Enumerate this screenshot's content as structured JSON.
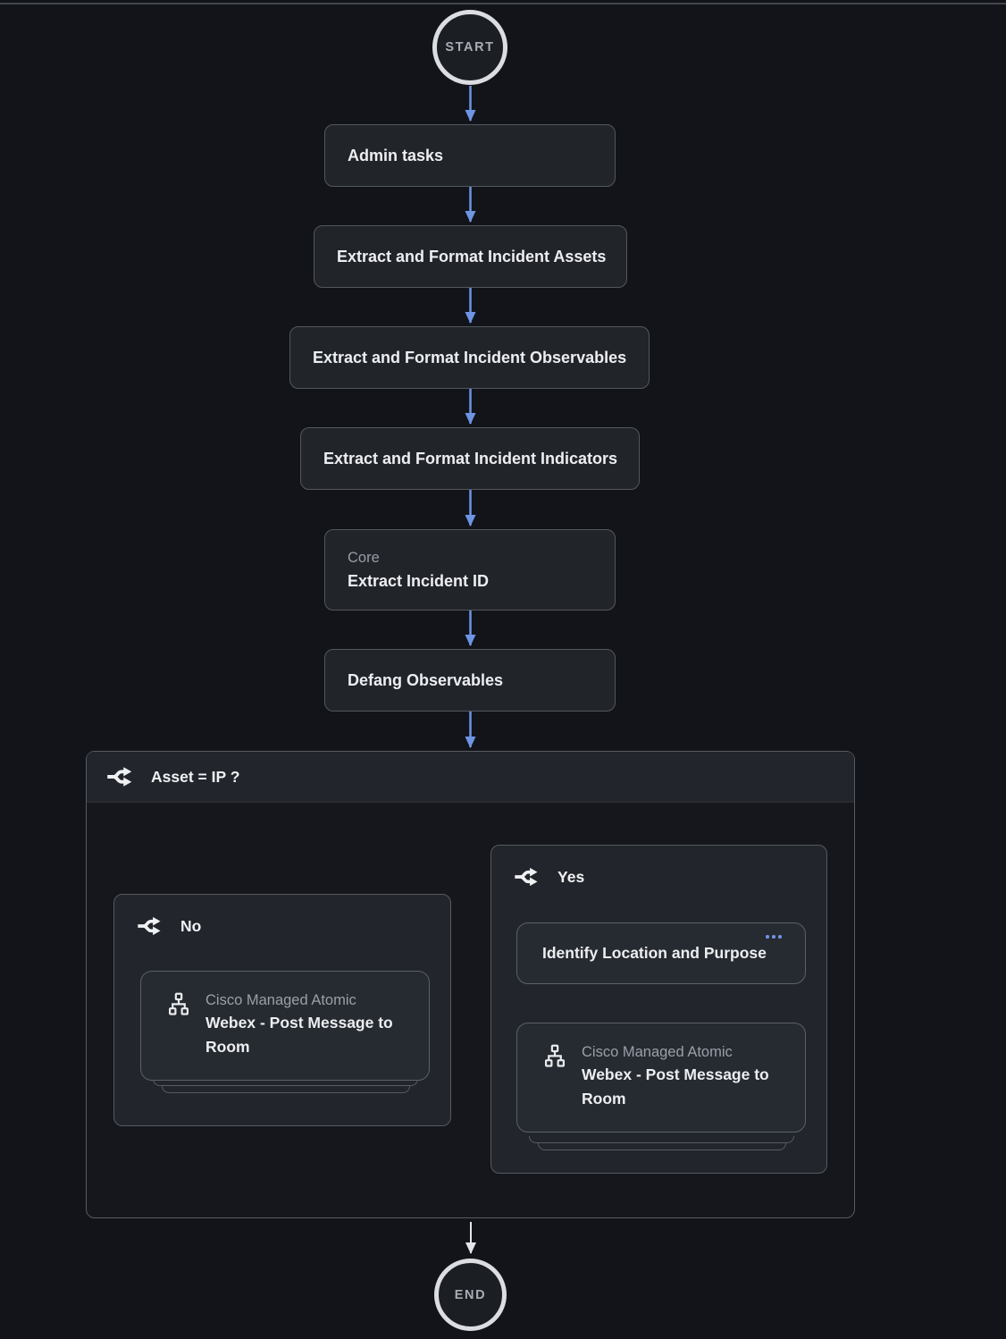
{
  "workflow": {
    "start_label": "START",
    "end_label": "END",
    "nodes": [
      {
        "label": "Admin tasks"
      },
      {
        "label": "Extract and Format Incident Assets"
      },
      {
        "label": "Extract and Format Incident Observables"
      },
      {
        "label": "Extract and Format Incident Indicators"
      },
      {
        "kicker": "Core",
        "label": "Extract Incident ID"
      },
      {
        "label": "Defang Observables"
      }
    ],
    "condition": {
      "label": "Asset = IP ?",
      "branches": [
        {
          "label": "No",
          "steps": [
            {
              "kicker": "Cisco Managed Atomic",
              "label": "Webex - Post Message to Room",
              "icon": "sitemap-icon",
              "stacked": true
            }
          ]
        },
        {
          "label": "Yes",
          "steps": [
            {
              "label": "Identify Location and Purpose",
              "menu": "ellipsis-icon"
            },
            {
              "kicker": "Cisco Managed Atomic",
              "label": "Webex - Post Message to Room",
              "icon": "sitemap-icon",
              "stacked": true
            }
          ]
        }
      ]
    },
    "colors": {
      "background": "#121419",
      "node_fill": "#212429",
      "node_border": "#53585f",
      "accent_blue": "#6e94e4",
      "line_white": "#e3e5e9",
      "text_primary": "#edeef1",
      "text_secondary": "#9aa0a8"
    }
  }
}
